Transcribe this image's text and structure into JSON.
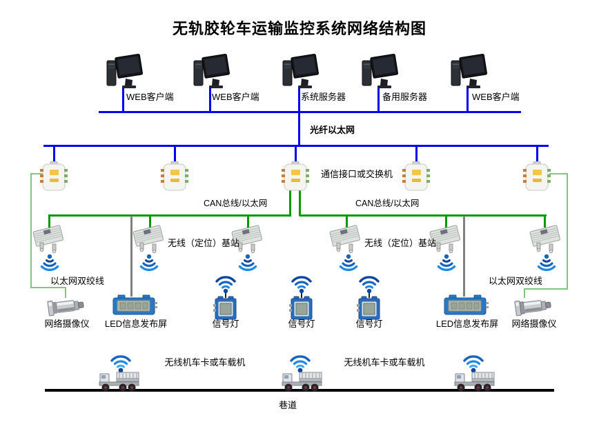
{
  "title": "无轨胶轮车运输监控系统网络结构图",
  "colors": {
    "fiber_bus_blue": "#0000f0",
    "can_bus_green": "#009900",
    "twisted_pair_green": "#7dc87d",
    "led_line_gray": "#808080",
    "road_black": "#000000",
    "wifi_blue": "#1565c0",
    "device_blue": "#2b6cb8"
  },
  "computers": [
    "WEB客户端",
    "WEB客户端",
    "系统服务器",
    "备用服务器",
    "WEB客户端"
  ],
  "network": {
    "fiber_bus_label": "光纤以太网",
    "switch_label": "通信接口或交换机",
    "can_bus_labels": [
      "CAN总线/以太网",
      "CAN总线/以太网"
    ],
    "base_station_labels": [
      "无线（定位）基站",
      "无线（定位）基站"
    ],
    "twisted_pair_labels": [
      "以太网双绞线",
      "以太网双绞线"
    ]
  },
  "field_devices": [
    "网络摄像仪",
    "LED信息发布屏",
    "信号灯",
    "信号灯",
    "信号灯",
    "LED信息发布屏",
    "网络摄像仪"
  ],
  "vehicles": {
    "onboard_labels": [
      "无线机车卡或车载机",
      "无线机车卡或车载机"
    ],
    "road_label": "巷道"
  }
}
